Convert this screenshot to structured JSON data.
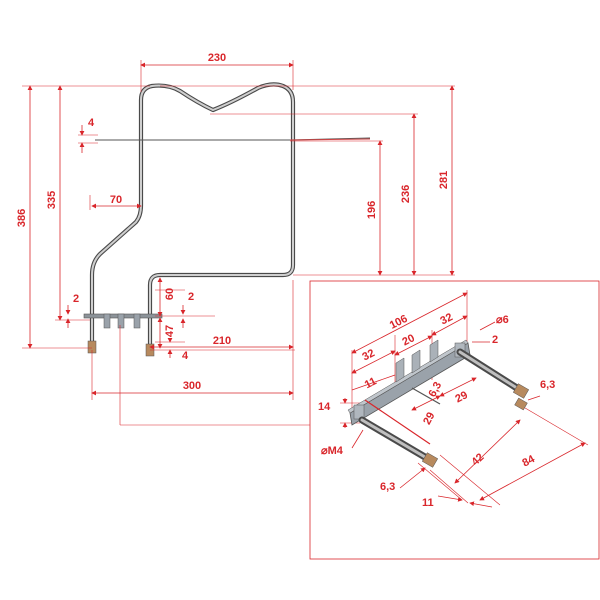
{
  "palette": {
    "dimension": "#d9262b",
    "tube": "#4a4a4a",
    "bracket": "#9aa2aa"
  },
  "main_view": {
    "width_top": "230",
    "total_height": "386",
    "height_335": "335",
    "height_196": "196",
    "height_236": "236",
    "height_281": "281",
    "offset_70": "70",
    "gap_4_top": "4",
    "gap_2_left": "2",
    "height_60": "60",
    "gap_2_right": "2",
    "height_47": "47",
    "gap_4_bottom": "4",
    "width_210": "210",
    "width_300": "300"
  },
  "detail_view": {
    "d106": "106",
    "d32_top": "32",
    "dia6": "⌀6",
    "d20": "20",
    "d32_left": "32",
    "d2": "2",
    "d11_top": "11",
    "d6_3_mid": "6,3",
    "d6_3_right": "6,3",
    "d29_a": "29",
    "d29_b": "29",
    "d14": "14",
    "m4": "⌀M4",
    "d42": "42",
    "d84": "84",
    "d6_3_bottom": "6,3",
    "d11_bottom": "11"
  }
}
